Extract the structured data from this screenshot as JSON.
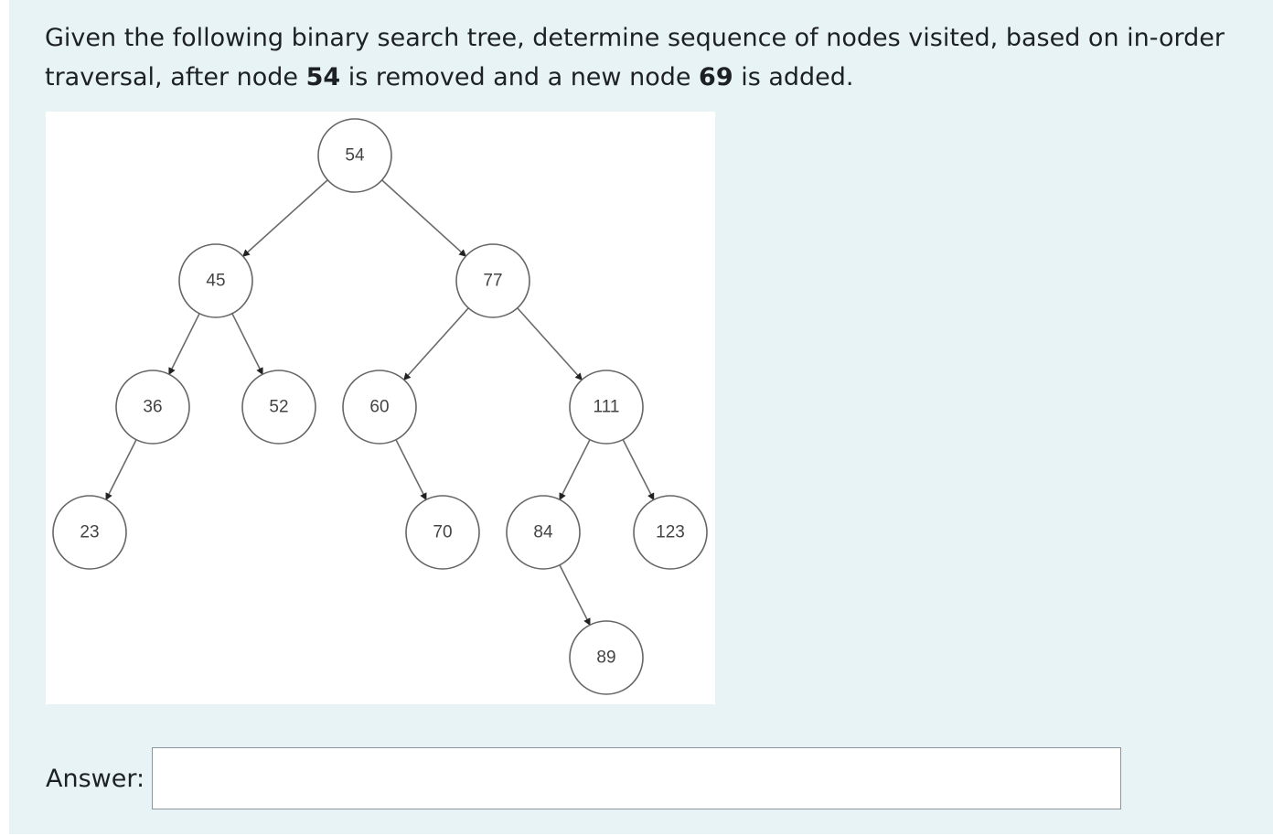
{
  "question": {
    "text_1": "Given the following binary search tree, determine sequence of nodes visited, based on in-order traversal, after node ",
    "removed_node": "54",
    "text_2": " is removed and a new node ",
    "added_node": "69",
    "text_3": " is added."
  },
  "tree": {
    "nodes": [
      {
        "id": "n54",
        "label": "54"
      },
      {
        "id": "n45",
        "label": "45"
      },
      {
        "id": "n77",
        "label": "77"
      },
      {
        "id": "n36",
        "label": "36"
      },
      {
        "id": "n52",
        "label": "52"
      },
      {
        "id": "n60",
        "label": "60"
      },
      {
        "id": "n111",
        "label": "111"
      },
      {
        "id": "n23",
        "label": "23"
      },
      {
        "id": "n70",
        "label": "70"
      },
      {
        "id": "n84",
        "label": "84"
      },
      {
        "id": "n123",
        "label": "123"
      },
      {
        "id": "n89",
        "label": "89"
      }
    ],
    "edges": [
      [
        "n54",
        "n45"
      ],
      [
        "n54",
        "n77"
      ],
      [
        "n45",
        "n36"
      ],
      [
        "n45",
        "n52"
      ],
      [
        "n77",
        "n60"
      ],
      [
        "n77",
        "n111"
      ],
      [
        "n36",
        "n23"
      ],
      [
        "n60",
        "n70"
      ],
      [
        "n111",
        "n84"
      ],
      [
        "n111",
        "n123"
      ],
      [
        "n84",
        "n89"
      ]
    ]
  },
  "answer": {
    "label": "Answer:",
    "value": "",
    "placeholder": ""
  }
}
